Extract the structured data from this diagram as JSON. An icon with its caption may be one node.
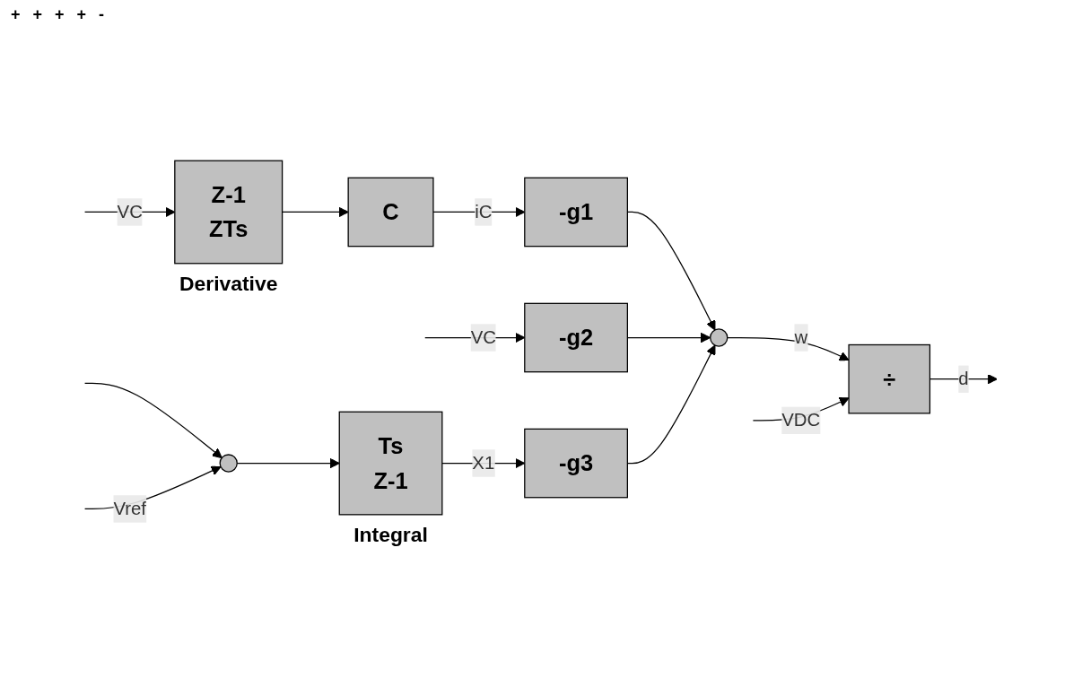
{
  "diagram": {
    "nodes": [
      {
        "text": [
          "Z-1",
          "ZTs"
        ],
        "beside": [
          "Derivative"
        ]
      },
      {
        "text": [
          "C"
        ]
      },
      {
        "text": [
          "-g1"
        ]
      },
      {
        "text": [
          "-g2"
        ]
      },
      {
        "text": [],
        "shape": "circle"
      },
      {
        "text": [
          "÷"
        ]
      },
      {
        "text": [],
        "shape": "circle"
      },
      {
        "text": [
          "Ts",
          "Z-1"
        ],
        "beside": [
          "Integral"
        ]
      },
      {
        "text": [
          "-g3"
        ]
      }
    ],
    "edges": [
      {
        "from": null,
        "to": 0,
        "arrow": "to",
        "label": "VC"
      },
      {
        "from": 0,
        "to": 1,
        "arrow": "to"
      },
      {
        "from": 1,
        "to": 2,
        "arrow": "to",
        "label": "iC"
      },
      {
        "from": null,
        "to": 3,
        "arrow": "to",
        "label": "VC"
      },
      {
        "from": null,
        "to": 6,
        "arrow": "to"
      },
      {
        "from": null,
        "to": 6,
        "arrow": "to",
        "label": "Vref"
      },
      {
        "from": 6,
        "to": 7,
        "arrow": "to"
      },
      {
        "from": 7,
        "to": 8,
        "arrow": "to",
        "label": "X1"
      },
      {
        "from": 2,
        "to": 4,
        "arrow": "to"
      },
      {
        "from": 3,
        "to": 4,
        "arrow": "to"
      },
      {
        "from": 8,
        "to": 4,
        "arrow": "to"
      },
      {
        "from": 4,
        "to": 5,
        "arrow": "to",
        "label": "w"
      },
      {
        "from": 5,
        "to": null,
        "arrow": "to",
        "label": "d"
      },
      {
        "from": null,
        "to": 5,
        "arrow": "to",
        "label": "VDC"
      }
    ],
    "labels": [
      "+",
      "+",
      "+",
      "+",
      "-"
    ]
  }
}
